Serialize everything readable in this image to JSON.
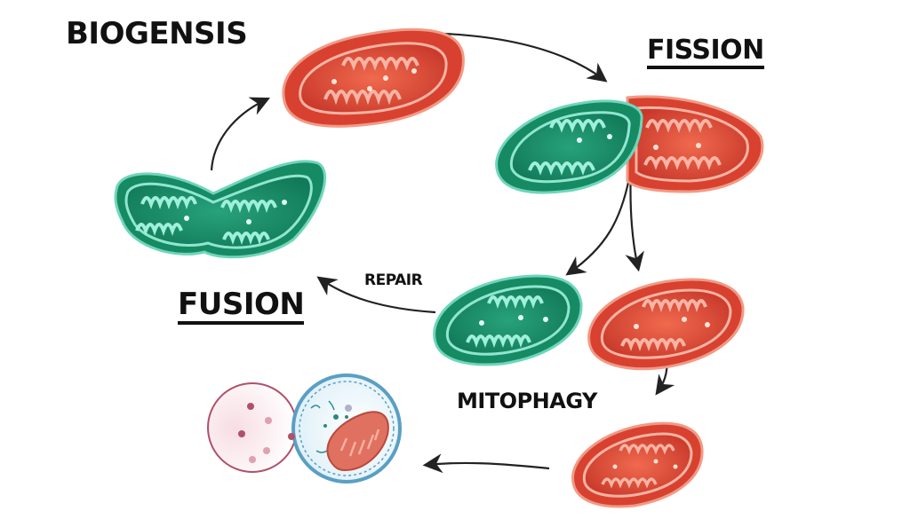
{
  "labels": {
    "biogenesis": "BIOGENSIS",
    "fission": "FISSION",
    "fusion": "FUSION",
    "repair": "REPAIR",
    "mitophagy": "MITOPHAGY"
  },
  "colors": {
    "healthy_green": "#1f9a6e",
    "healthy_green_light": "#7fe0c8",
    "damaged_red": "#e0503a",
    "damaged_red_light": "#f7a08c",
    "arrow": "#222222",
    "lysosome_blue": "#5a9fc4",
    "vesicle_pink": "#b0506a"
  },
  "nodes": [
    {
      "id": "biogenesis-mito",
      "state": "damaged",
      "color": "red"
    },
    {
      "id": "fusion-mito",
      "state": "healthy-fused",
      "color": "green"
    },
    {
      "id": "fission-mito",
      "state": "dividing",
      "color": "green-red"
    },
    {
      "id": "repair-mito",
      "state": "healthy",
      "color": "green"
    },
    {
      "id": "fission-damaged-mito",
      "state": "damaged",
      "color": "red"
    },
    {
      "id": "mitophagy-mito",
      "state": "damaged",
      "color": "red"
    },
    {
      "id": "autolysosome",
      "state": "degradation",
      "color": "blue-pink"
    }
  ]
}
